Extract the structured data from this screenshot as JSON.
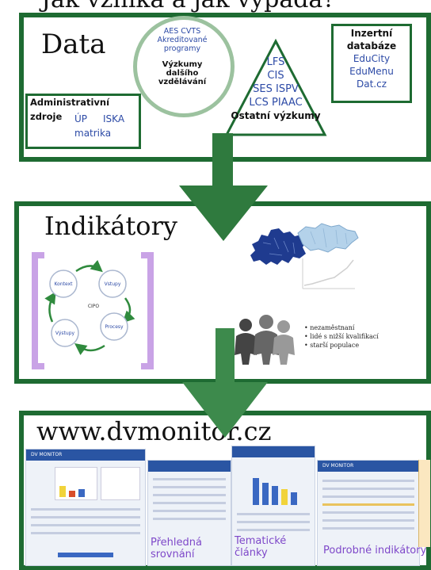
{
  "top_title": "Jak vzniká a jak vypadá?",
  "data_panel": {
    "title": "Data",
    "circle": {
      "line1": "AES  CVTS",
      "line2": "Akreditované",
      "line3": "programy",
      "bold1": "Výzkumy",
      "bold2": "dalšího",
      "bold3": "vzdělávání"
    },
    "triangle": {
      "items": [
        "LFS",
        "CIS",
        "SES ISPV",
        "LCS PIAAC"
      ],
      "bold": "Ostatní výzkumy"
    },
    "admin": {
      "bold1": "Administrativní",
      "bold2": "zdroje",
      "up": "ÚP",
      "iska": "ISKA",
      "matrika": "matrika"
    },
    "inzertni": {
      "bold1": "Inzertní",
      "bold2": "databáze",
      "items": [
        "EduCity",
        "EduMenu",
        "Dat.cz"
      ]
    }
  },
  "indikatory_panel": {
    "title": "Indikátory",
    "cycle": {
      "center": "CIPO",
      "nodes": [
        "Kontext",
        "Vstupy",
        "Procesy",
        "Výstupy"
      ]
    },
    "bullets": [
      "nezaměstnaní",
      "lidé s nižší kvalifikací",
      "starší populace"
    ]
  },
  "web_panel": {
    "title": "www.dvmonitor.cz",
    "captions": {
      "prehledna_1": "Přehledná",
      "prehledna_2": "srovnání",
      "tematicke_1": "Tematické",
      "tematicke_2": "články",
      "podrobne": "Podrobné indikátory"
    },
    "logo_text": "DV MONITOR"
  },
  "colors": {
    "border_green": "#1e6b32",
    "arrow_green": "#2f7a3e",
    "bracket_purple": "#c9a3e6",
    "caption_purple": "#7e48c9",
    "text_blue": "#2c4aa6"
  }
}
